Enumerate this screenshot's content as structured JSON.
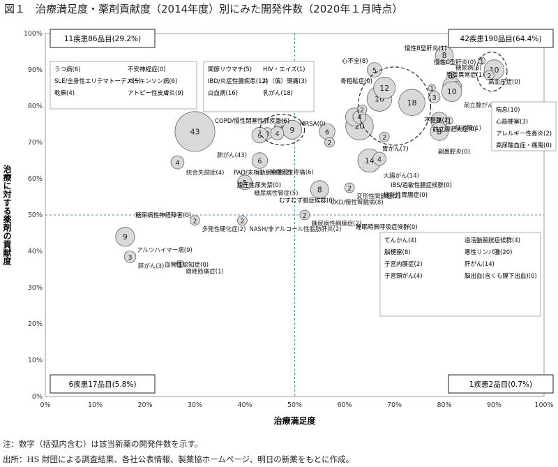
{
  "title": "図１　治療満足度・薬剤貢献度（2014年度）別にみた開発件数（2020年１月時点）",
  "notes": [
    "注：数字（括弧内含む）は該当新薬の開発件数を示す。",
    "出所：HS 財団による調査結果、各社公表情報、製薬協ホームページ、明日の新薬をもとに作成。"
  ],
  "chart_data": {
    "type": "scatter",
    "xlabel": "治療満足度",
    "ylabel": "治療に対する薬剤の貢献度",
    "xlim": [
      0,
      100
    ],
    "ylim": [
      0,
      100
    ],
    "x_ticks": [
      "0%",
      "10%",
      "20%",
      "30%",
      "40%",
      "50%",
      "60%",
      "70%",
      "80%",
      "90%",
      "100%"
    ],
    "y_ticks": [
      "0%",
      "10%",
      "20%",
      "30%",
      "40%",
      "50%",
      "60%",
      "70%",
      "80%",
      "90%",
      "100%"
    ],
    "divider_x": 50,
    "divider_y": 50,
    "quadrant_labels": {
      "top_left": "11疾患86品目(29.2%)",
      "top_right": "42疾患190品目(64.4%)",
      "bottom_left": "6疾患17品目(5.8%)",
      "bottom_right": "1疾患2品目(0.7%)"
    },
    "points": [
      {
        "x": 30,
        "y": 73,
        "n": 43,
        "label": "肺がん(43)"
      },
      {
        "x": 47.5,
        "y": 74,
        "n": 6,
        "label": ""
      },
      {
        "x": 49.5,
        "y": 73.5,
        "n": 9,
        "label": ""
      },
      {
        "x": 44.5,
        "y": 72.5,
        "n": 3,
        "label": ""
      },
      {
        "x": 46.5,
        "y": 72.5,
        "n": 4,
        "label": ""
      },
      {
        "x": 43,
        "y": 72,
        "n": 6,
        "label": ""
      },
      {
        "x": 56.5,
        "y": 73,
        "n": 6,
        "label": ""
      },
      {
        "x": 57,
        "y": 70,
        "n": 2,
        "label": ""
      },
      {
        "x": 43,
        "y": 65,
        "n": 6,
        "label": "神経因性疼痛(6)"
      },
      {
        "x": 40,
        "y": 59,
        "n": 5,
        "label": "糖尿病性腎症(5)"
      },
      {
        "x": 26.5,
        "y": 64.5,
        "n": 4,
        "label": "統合失調症(4)"
      },
      {
        "x": 55,
        "y": 57,
        "n": 8,
        "label": "CKD/慢性腎臓病(8)"
      },
      {
        "x": 61,
        "y": 57.5,
        "n": 2,
        "label": "変形性関節症(2)"
      },
      {
        "x": 63,
        "y": 74.5,
        "n": 20,
        "label": ""
      },
      {
        "x": 62,
        "y": 77,
        "n": 8,
        "label": ""
      },
      {
        "x": 63,
        "y": 77,
        "n": 4,
        "label": ""
      },
      {
        "x": 63.5,
        "y": 79,
        "n": 2,
        "label": ""
      },
      {
        "x": 65,
        "y": 65,
        "n": 14,
        "label": "大腸がん(14)"
      },
      {
        "x": 67,
        "y": 65.5,
        "n": 4,
        "label": ""
      },
      {
        "x": 68,
        "y": 71.5,
        "n": 2,
        "label": ""
      },
      {
        "x": 67,
        "y": 82,
        "n": 16,
        "label": ""
      },
      {
        "x": 68,
        "y": 85,
        "n": 12,
        "label": ""
      },
      {
        "x": 66,
        "y": 90,
        "n": 5,
        "label": ""
      },
      {
        "x": 73.5,
        "y": 81,
        "n": 18,
        "label": ""
      },
      {
        "x": 77.5,
        "y": 85,
        "n": 1,
        "label": ""
      },
      {
        "x": 78,
        "y": 82.5,
        "n": 3,
        "label": ""
      },
      {
        "x": 80,
        "y": 94,
        "n": 8,
        "label": "糖尿病(8)"
      },
      {
        "x": 81.5,
        "y": 85.5,
        "n": 8,
        "label": ""
      },
      {
        "x": 82.5,
        "y": 85.5,
        "n": 2,
        "label": ""
      },
      {
        "x": 81.5,
        "y": 88.5,
        "n": 1,
        "label": ""
      },
      {
        "x": 81.5,
        "y": 84,
        "n": 10,
        "label": "前立腺がん(10)"
      },
      {
        "x": 79,
        "y": 76,
        "n": 7,
        "label": ""
      },
      {
        "x": 79,
        "y": 73,
        "n": 8,
        "label": ""
      },
      {
        "x": 81,
        "y": 76,
        "n": 1,
        "label": "緑内障(1)"
      },
      {
        "x": 90,
        "y": 90,
        "n": 10,
        "label": ""
      },
      {
        "x": 89,
        "y": 88.5,
        "n": 2,
        "label": ""
      },
      {
        "x": 87.5,
        "y": 92.5,
        "n": 1,
        "label": ""
      },
      {
        "x": 16,
        "y": 44,
        "n": 9,
        "label": "アルツハイマー病(9)"
      },
      {
        "x": 17,
        "y": 38.5,
        "n": 3,
        "label": "膵がん(3)"
      },
      {
        "x": 27,
        "y": 36.5,
        "n": 1,
        "label": "線維筋痛症(1)"
      },
      {
        "x": 30,
        "y": 48.5,
        "n": 2,
        "label": "多発性硬化症(2)"
      },
      {
        "x": 39.5,
        "y": 48.5,
        "n": 2,
        "label": "NASH/非アルコール性脂肪肝炎(2)"
      },
      {
        "x": 52,
        "y": 50,
        "n": 2,
        "label": "糖尿病性網膜症(2)"
      }
    ],
    "labels": {
      "top_left_box": [
        "うつ病(6)",
        "不安神経症(0)",
        "SLE/全身性エリテマトーデス(5)",
        "パーキンソン病(6)",
        "乾癬(4)",
        "アトピー性皮膚炎(9)"
      ],
      "center_box": [
        "関節リウマチ(5)",
        "HIV・エイズ(1)",
        "IBD/炎症性腸疾患(12)",
        "片（偏）頭痛(3)",
        "白血病(16)",
        "乳がん(18)"
      ],
      "right_box": [
        "喘息(10)",
        "心筋梗塞(3)",
        "アレルギー性鼻炎(2)",
        "高尿酸血症・痛風(0)"
      ],
      "bottom_right_box": [
        "てんかん(4)",
        "過活動膀胱症候群(4)",
        "脳梗塞(8)",
        "悪性リンパ腫(20)",
        "子宮内膜症(2)",
        "肝がん(14)",
        "子宮頸がん(4)",
        "脳出血(含くも膜下出血)(0)"
      ],
      "free": [
        "心不全(8)",
        "慢性B型肝炎(1)",
        "慢性C型肝炎(0)",
        "脂質異常症(1)",
        "高血圧症(0)",
        "骨粗鬆症(0)",
        "不整脈(2)",
        "前立腺肥大症(0)",
        "胃がん(7)",
        "副鼻腔炎(0)",
        "IBS/過敏性腸症候群(0)",
        "機能性胃腸症(0)",
        "COPD/慢性閉塞性肺疾患(6)",
        "MRSA(0)",
        "PAD/末梢動脈疾患(2)",
        "腹圧性尿失禁(0)",
        "むずむず脚症候群(0)",
        "糖尿病性神経障害(0)",
        "睡眠時無呼吸症候群(0)",
        "血管性認知症(0)"
      ]
    }
  }
}
